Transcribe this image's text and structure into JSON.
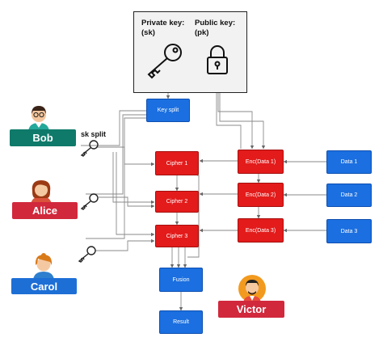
{
  "keys_box": {
    "private_key_label_line1": "Private key:",
    "private_key_label_line2": "(sk)",
    "public_key_label_line1": "Public key:",
    "public_key_label_line2": "(pk)"
  },
  "sk_split_label": "sk split",
  "nodes": {
    "key_split": "Key split",
    "cipher1": "Cipher 1",
    "cipher2": "Cipher 2",
    "cipher3": "Cipher 3",
    "enc1": "Enc(Data 1)",
    "enc2": "Enc(Data 2)",
    "enc3": "Enc(Data 3)",
    "data1": "Data 1",
    "data2": "Data 2",
    "data3": "Data 3",
    "fusion": "Fusion",
    "result": "Result"
  },
  "people": {
    "bob": "Bob",
    "alice": "Alice",
    "carol": "Carol",
    "victor": "Victor"
  },
  "colors": {
    "blue": "#1b6fe0",
    "red": "#e31b1b",
    "teal": "#0f7a6a",
    "crimson": "#d1283c",
    "person_blue": "#1d6fd6",
    "line": "#8a8a8a"
  },
  "icons": [
    "key-icon",
    "padlock-icon",
    "small-key-icon",
    "avatar-bob",
    "avatar-alice",
    "avatar-carol",
    "avatar-victor"
  ]
}
